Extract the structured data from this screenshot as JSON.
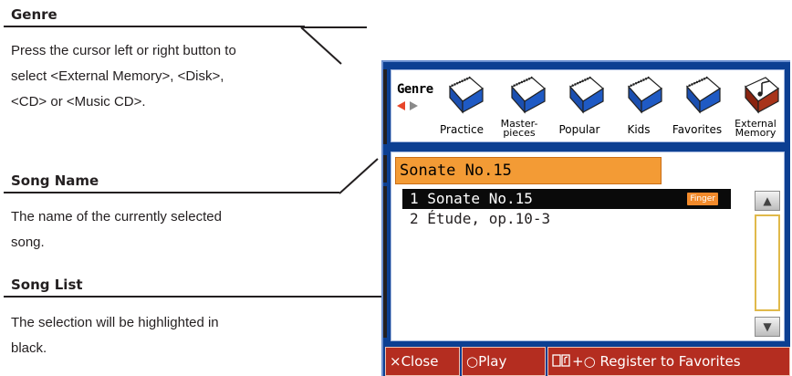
{
  "annotations": {
    "genre": {
      "title": "Genre",
      "lines": [
        "Press the cursor left or right button to",
        "select <External Memory>, <Disk>,",
        "<CD> or <Music CD>."
      ]
    },
    "song_name": {
      "title": "Song Name",
      "lines": [
        "The name of the currently selected",
        "song."
      ]
    },
    "song_list": {
      "title": "Song List",
      "lines": [
        "The selection will be highlighted in",
        "black."
      ]
    }
  },
  "screen": {
    "genre_label": "Genre",
    "genres": [
      {
        "label": "Practice",
        "icon": "blue-book-icon"
      },
      {
        "label": "Master-\npieces",
        "icon": "blue-book-icon"
      },
      {
        "label": "Popular",
        "icon": "blue-book-icon"
      },
      {
        "label": "Kids",
        "icon": "blue-book-icon"
      },
      {
        "label": "Favorites",
        "icon": "blue-book-icon"
      },
      {
        "label": "External\nMemory",
        "icon": "music-book-icon"
      }
    ],
    "song_name": "Sonate No.15",
    "songs": [
      {
        "label": "1 Sonate No.15",
        "badge": "Finger",
        "selected": true
      },
      {
        "label": "2 Étude, op.10-3",
        "badge": "",
        "selected": false
      }
    ],
    "footer": {
      "close": "×Close",
      "play": "○Play",
      "register": "Register to Favorites",
      "register_prefix": "+○"
    },
    "colors": {
      "screen_bg": "#0c3f92",
      "song_name_bg": "#f39b35",
      "footer_bg": "#b42d20",
      "selection_bg": "#0a0a0a"
    }
  }
}
